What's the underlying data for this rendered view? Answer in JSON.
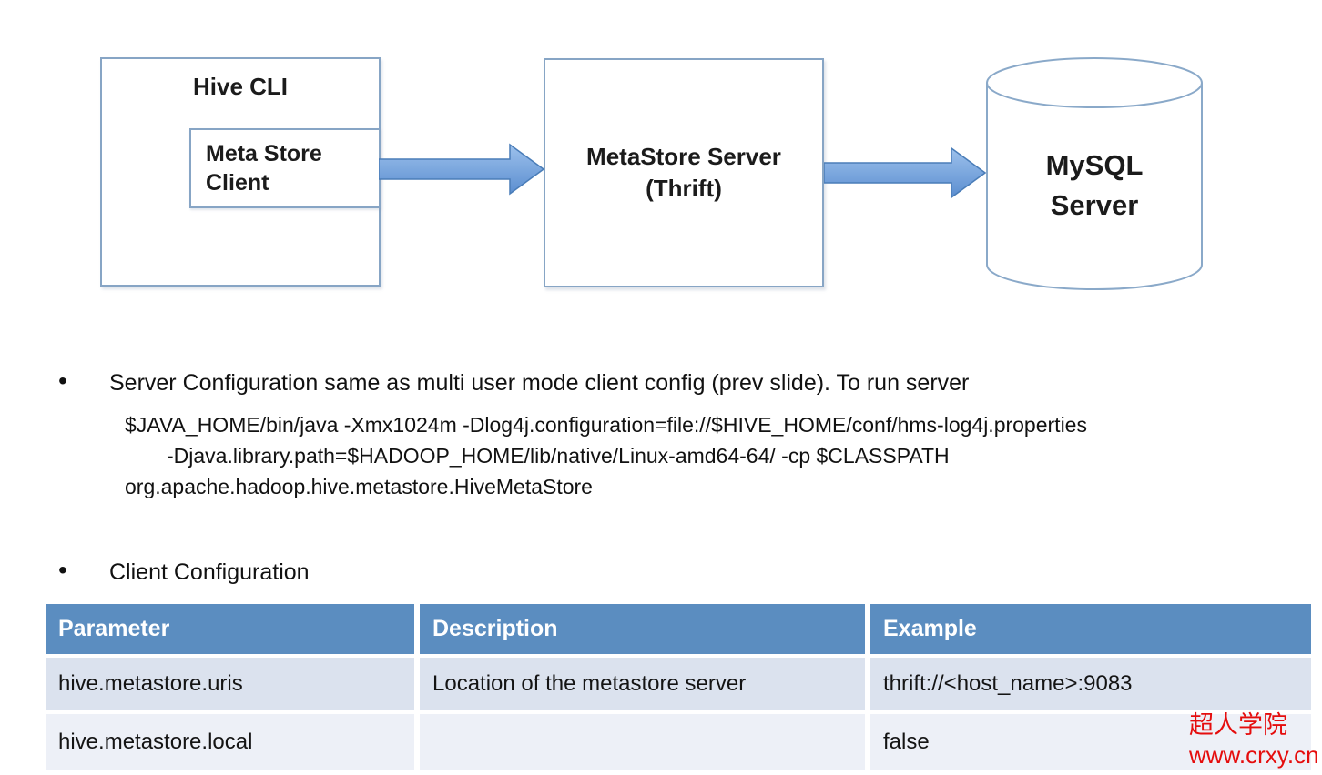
{
  "diagram": {
    "hive_cli_box": {
      "title": "Hive CLI"
    },
    "meta_store_client_box": {
      "label": "Meta Store Client"
    },
    "metastore_server_box": {
      "line1": "MetaStore Server",
      "line2": "(Thrift)"
    },
    "mysql_server_cylinder": {
      "line1": "MySQL",
      "line2": "Server"
    }
  },
  "bullet_marker": "•",
  "server_config": {
    "bullet": "Server Configuration same as multi user mode client config (prev slide). To run server",
    "code_lines": [
      "$JAVA_HOME/bin/java -Xmx1024m -Dlog4j.configuration=file://$HIVE_HOME/conf/hms-log4j.properties",
      "-Djava.library.path=$HADOOP_HOME/lib/native/Linux-amd64-64/ -cp $CLASSPATH",
      "org.apache.hadoop.hive.metastore.HiveMetaStore"
    ]
  },
  "client_config": {
    "bullet": "Client Configuration"
  },
  "table": {
    "headers": [
      "Parameter",
      "Description",
      "Example"
    ],
    "rows": [
      {
        "parameter": "hive.metastore.uris",
        "description": "Location of the metastore server",
        "example": "thrift://<host_name>:9083"
      },
      {
        "parameter": "hive.metastore.local",
        "description": "",
        "example": "false"
      }
    ]
  },
  "watermark": {
    "line1": "超人学院",
    "line2": "www.crxy.cn"
  },
  "colors": {
    "table_header_bg": "#5b8dc0",
    "table_row1_bg": "#dbe2ee",
    "table_row2_bg": "#edf0f7",
    "box_border": "#87a5c5",
    "arrow_fill_light": "#9dc1ec",
    "arrow_fill_dark": "#5b8ed0",
    "arrow_stroke": "#4a7db8",
    "watermark_red": "#e50d0d"
  }
}
